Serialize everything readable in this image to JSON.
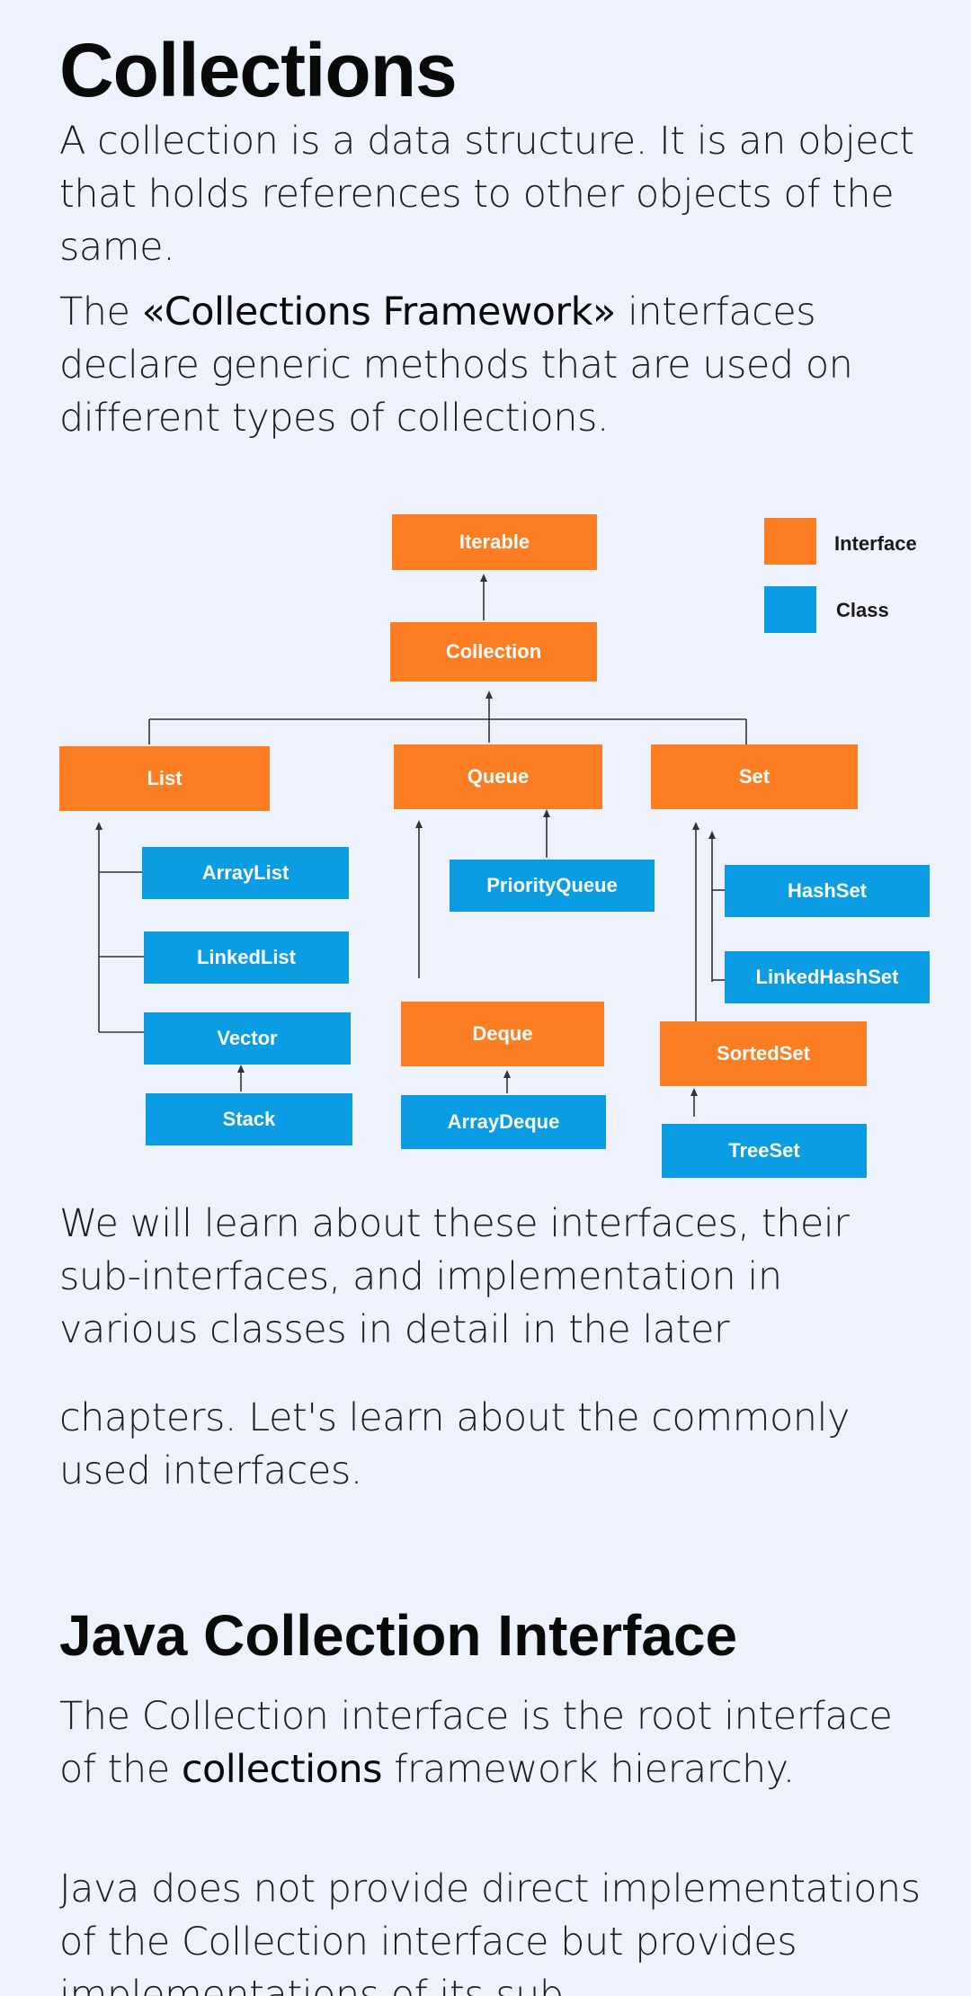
{
  "header": {
    "title": "Collections"
  },
  "intro": {
    "p1": "A collection is a data structure. It is an object that holds references to other objects of the same.",
    "p2_pre": "The ",
    "p2_bold": "«Collections Framework»",
    "p2_post": " interfaces declare generic methods that are used on different types of collections."
  },
  "diagram": {
    "legend": {
      "interface_label": "Interface",
      "class_label": "Class",
      "interface_color": "#fd7d23",
      "class_color": "#0a9de4"
    },
    "nodes": {
      "iterable": "Iterable",
      "collection": "Collection",
      "list": "List",
      "queue": "Queue",
      "set": "Set",
      "arraylist": "ArrayList",
      "linkedlist": "LinkedList",
      "vector": "Vector",
      "stack": "Stack",
      "priorityqueue": "PriorityQueue",
      "deque": "Deque",
      "arraydeque": "ArrayDeque",
      "hashset": "HashSet",
      "linkedhashset": "LinkedHashSet",
      "sortedset": "SortedSet",
      "treeset": "TreeSet"
    }
  },
  "body": {
    "p3": "We will learn about these interfaces, their sub-interfaces, and implementation in various classes in detail in the later",
    "p4": "chapters. Let's learn about the commonly used interfaces."
  },
  "section": {
    "title": "Java Collection Interface",
    "p5_pre": "The Collection interface is the root interface of the ",
    "p5_bold": "collections",
    "p5_post": " framework hierarchy.",
    "p6": "Java does not provide direct implementations of the Collection interface but provides implementations of its sub"
  }
}
